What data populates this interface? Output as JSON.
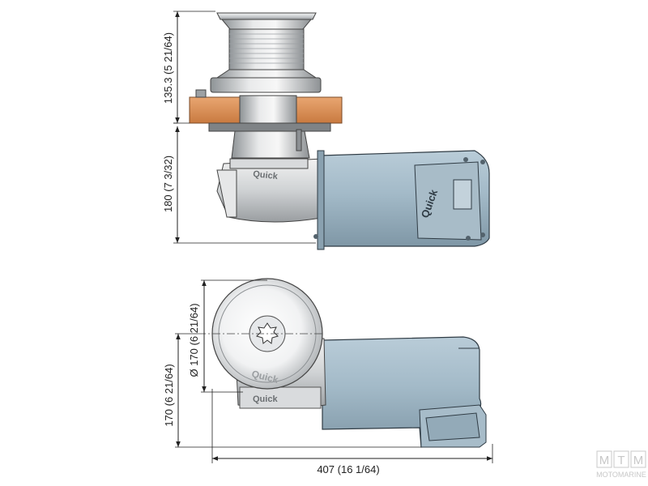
{
  "dimensions": {
    "side_height_top": "135.3 (5 21/64)",
    "side_height_bottom": "180 (7 3/32)",
    "top_diameter": "Ø 170 (6 21/64)",
    "top_height": "170 (6 21/64)",
    "top_length": "407 (16 1/64)"
  },
  "brand_marks": {
    "gearbox": "Quick",
    "motor_cover": "Quick",
    "drum_plate": "Quick",
    "gearbox_top": "Quick"
  },
  "watermark": {
    "letters": [
      "M",
      "T",
      "M"
    ],
    "caption": "MOTOMARINE"
  },
  "colors": {
    "motor": "#9fb7c6",
    "motor_dark": "#7d96a6",
    "deck_wood": "#d98c52",
    "metal": "#c9cbcd",
    "line": "#2b2b2b"
  }
}
